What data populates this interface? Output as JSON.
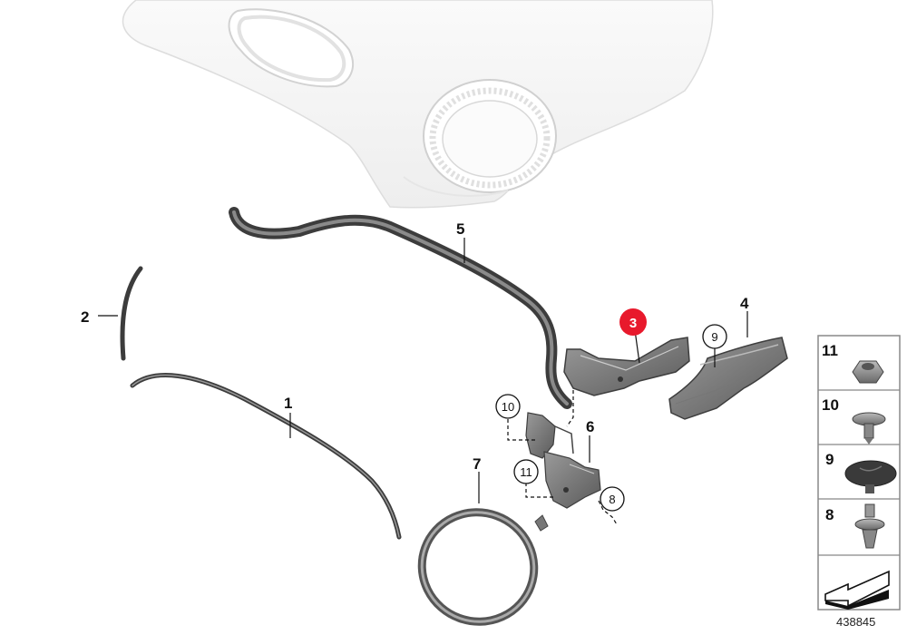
{
  "callouts": {
    "c1": "1",
    "c2": "2",
    "c3": "3",
    "c4": "4",
    "c5": "5",
    "c6": "6",
    "c7": "7"
  },
  "circle_callouts": {
    "c8": "8",
    "c9": "9",
    "c10": "10",
    "c11": "11"
  },
  "legend": {
    "items": [
      "11",
      "10",
      "9",
      "8"
    ]
  },
  "diagram_ref": "438845",
  "colors": {
    "highlight": "#e8192c",
    "part_dark": "#555555",
    "hood": "#f2f2f2",
    "legend_border": "#888888"
  }
}
